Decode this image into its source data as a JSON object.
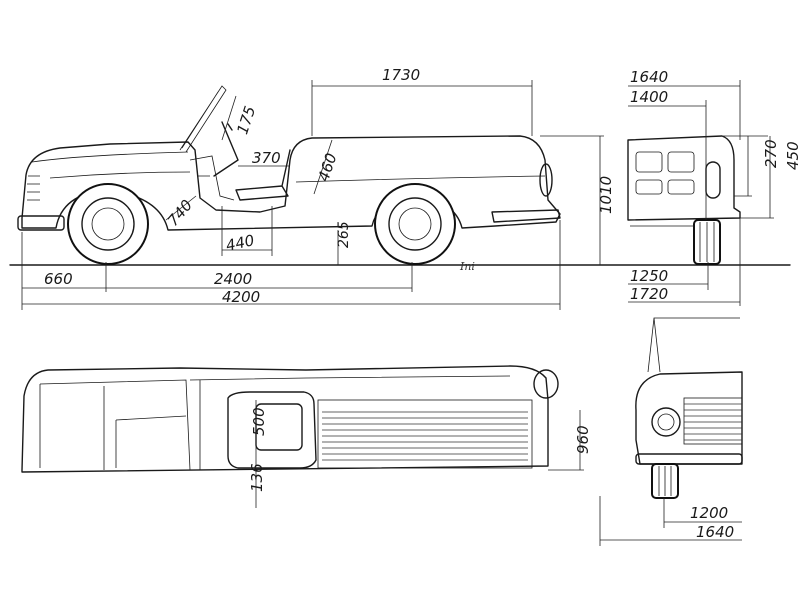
{
  "dimensions": {
    "rear_overhang_top": "1730",
    "seat_height": "175",
    "seat_depth": "370",
    "deck_height": "460",
    "floor_diag": "740",
    "seat_to_pedal": "440",
    "ground_clearance": "265",
    "overall_height": "1010",
    "front_overhang": "660",
    "wheelbase": "2400",
    "overall_length": "4200",
    "rear_width": "1640",
    "rear_track": "1400",
    "tail_box_height": "270",
    "tail_total_height": "450",
    "rear_track_bottom": "1250",
    "rear_width_bottom": "1720",
    "cockpit_width": "500",
    "seat_offset": "136",
    "deck_width": "960",
    "front_track": "1200",
    "front_width": "1640"
  },
  "signature": "Ini"
}
